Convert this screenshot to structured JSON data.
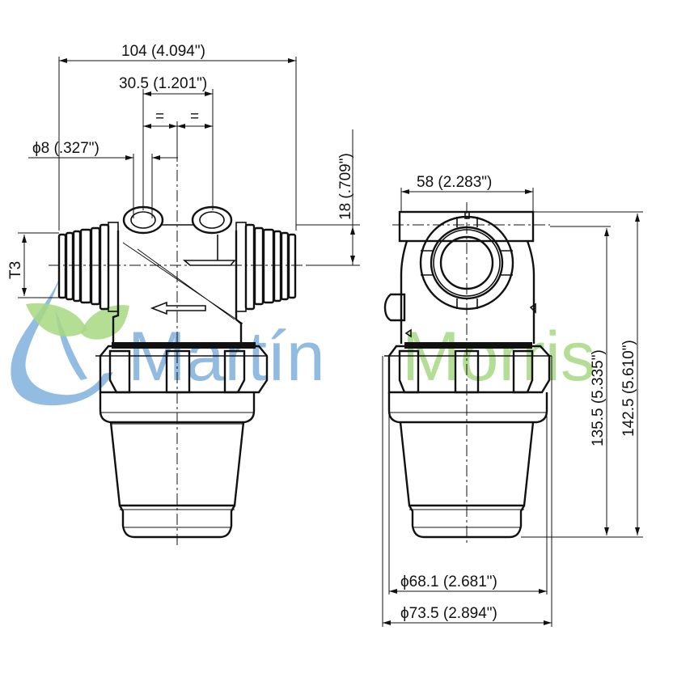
{
  "drawing": {
    "title": "Filter technical drawing",
    "front_view": {
      "dimensions": {
        "overall_width": "104 (4.094\")",
        "port_spacing": "30.5 (1.201\")",
        "equal_left": "=",
        "equal_right": "=",
        "hole_diameter": "ϕ8 (.327\")",
        "offset_height": "18 (.709\")",
        "thread_label": "T3"
      },
      "flow_arrow": "left"
    },
    "side_view": {
      "dimensions": {
        "head_width": "58 (2.283\")",
        "height_inner": "135.5 (5.335\")",
        "height_overall": "142.5 (5.610\")",
        "bowl_diameter": "ϕ68.1 (2.681\")",
        "ring_diameter": "ϕ73.5 (2.894\")"
      }
    },
    "watermark": {
      "part1": "Martín",
      "part2": "Morris",
      "color_blue": "#7fb0dc",
      "color_green": "#a8d883"
    }
  }
}
